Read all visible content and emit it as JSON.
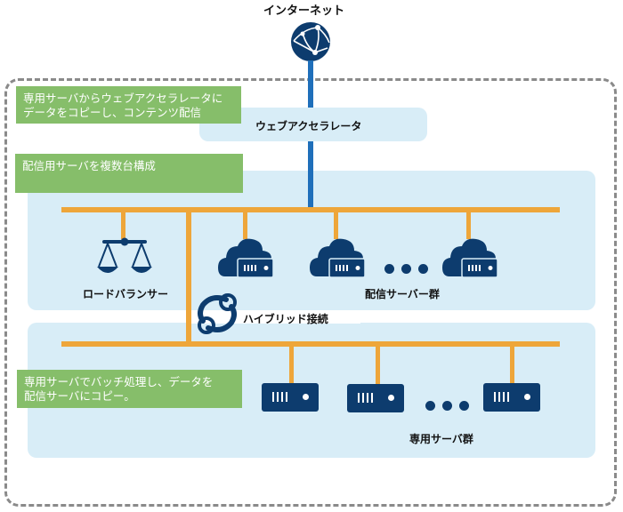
{
  "internet": {
    "label": "インターネット",
    "icon": "globe-network-icon"
  },
  "web_accelerator": {
    "label": "ウェブアクセラレータ"
  },
  "notes": [
    {
      "text_line1": "専用サーバからウェブアクセラレータに",
      "text_line2": "データをコピーし、コンテンツ配信"
    },
    {
      "text_line1": "配信用サーバを複数台構成"
    },
    {
      "text_line1": "専用サーバでバッチ処理し、データを",
      "text_line2": "配信サーバにコピー。"
    }
  ],
  "load_balancer": {
    "label": "ロードバランサー",
    "icon": "scale-balance-icon"
  },
  "delivery_servers": {
    "label": "配信サーバー群",
    "icon": "cloud-server-icon",
    "ellipsis": "..."
  },
  "hybrid": {
    "label": "ハイブリッド接続",
    "icon": "hybrid-link-icon"
  },
  "dedicated_servers": {
    "label": "専用サーバ群",
    "icon": "server-icon",
    "ellipsis": "..."
  },
  "colors": {
    "navy": "#0d3c6e",
    "line_orange": "#eea63a",
    "line_blue": "#1f6fba",
    "panel_blue": "#d8edf7",
    "note_green": "#86be6a",
    "boundary_gray": "#8a8a8a"
  }
}
